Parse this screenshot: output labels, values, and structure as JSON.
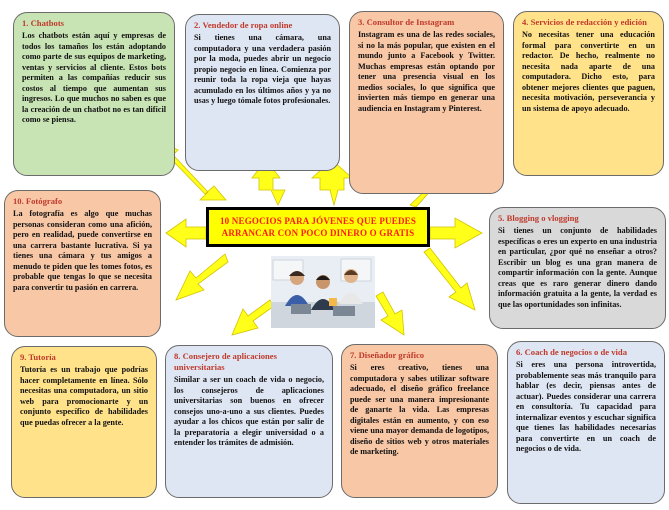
{
  "center": {
    "title_line1": "10 NEGOCIOS PARA JÓVENES QUE PUEDES",
    "title_line2": "ARRANCAR CON POCO DINERO O GRATIS"
  },
  "colors": {
    "arrow": "#ffff1a",
    "banner_bg": "#ffff00",
    "banner_text": "#ff1a1a",
    "box_title": "#c0392b"
  },
  "boxes": [
    {
      "id": "chatbots",
      "color": "green",
      "title": "1. Chatbots",
      "body": "Los chatbots están aquí y empresas de todos los tamaños los están adoptando como parte de sus equipos de marketing, ventas y servicios al cliente. Estos bots permiten a las compañías reducir sus costos al tiempo que aumentan sus ingresos. Lo que muchos no saben es que la creación de un chatbot no es tan difícil como se piensa."
    },
    {
      "id": "vendedor-ropa",
      "color": "blue",
      "title": "2. Vendedor de ropa online",
      "body": "Si tienes una cámara, una computadora y una verdadera pasión por la moda, puedes abrir un negocio propio negocio en línea. Comienza por reunir toda la ropa vieja que hayas acumulado en los últimos años y ya no usas y luego tómale fotos profesionales."
    },
    {
      "id": "consultor-instagram",
      "color": "peach",
      "title": "3. Consultor de Instagram",
      "body": "Instagram es una de las redes sociales, si no la más popular, que existen en el mundo junto a Facebook y Twitter. Muchas empresas están optando por tener una presencia visual en los medios sociales, lo que significa que invierten más tiempo en generar una audiencia en Instagram y Pinterest."
    },
    {
      "id": "servicios-redaccion",
      "color": "yellow",
      "title": "4. Servicios de redacción y edición",
      "body": "No necesitas tener una educación formal para convertirte en un redactor. De hecho, realmente no necesita nada aparte de una computadora. Dicho esto, para obtener mejores clientes que paguen, necesita motivación, perseverancia y un sistema de apoyo adecuado."
    },
    {
      "id": "blogging",
      "color": "gray",
      "title": "5. Blogging o vlogging",
      "body": "Si tienes un conjunto de habilidades específicas o eres un experto en una industria en particular, ¿por qué no enseñar a otros? Escribir un blog es una gran manera de compartir información con la gente. Aunque creas que es raro generar dinero dando información gratuita a la gente, la verdad es que las oportunidades son infinitas."
    },
    {
      "id": "coach-negocios",
      "color": "blue",
      "title": "6. Coach de negocios o de vida",
      "body": "Si eres una persona introvertida, probablemente seas más tranquilo para hablar (es decir, piensas antes de actuar). Puedes considerar una carrera en consultoría. Tu capacidad para internalizar eventos y escuchar significa que tienes las habilidades necesarias para convertirte en un coach de negocios o de vida."
    },
    {
      "id": "disenador-grafico",
      "color": "peach",
      "title": "7. Diseñador gráfico",
      "body": "Si eres creativo, tienes una computadora y sabes utilizar software adecuado, el diseño gráfico freelance puede ser una manera impresionante de ganarte la vida. Las empresas digitales están en aumento, y con eso viene una mayor demanda de logotipos, diseño de sitios web y otros materiales de marketing."
    },
    {
      "id": "consejero-aplicaciones",
      "color": "blue",
      "title": "8. Consejero de aplicaciones universitarias",
      "body": "Similar a ser un coach de vida o negocio, los consejeros de aplicaciones universitarias son buenos en ofrecer consejos uno-a-uno a sus clientes. Puedes ayudar a los chicos que están por salir de la preparatoria a elegir universidad o a entender los trámites de admisión."
    },
    {
      "id": "tutoria",
      "color": "yellow",
      "title": "9. Tutoría",
      "body": "Tutoría es un trabajo que podrías hacer completamente en línea. Sólo necesitas una computadora, un sitio web para promocionarte y un conjunto específico de habilidades que puedas ofrecer a la gente."
    },
    {
      "id": "fotografo",
      "color": "peach",
      "title": "10. Fotógrafo",
      "body": "La fotografía es algo que muchas personas consideran como una afición, pero en realidad, puede convertirse en una carrera bastante lucrativa. Si ya tienes una cámara y tus amigos a menudo te piden que les tomes fotos, es probable que tengas lo que se necesita para convertir tu pasión en carrera."
    }
  ]
}
